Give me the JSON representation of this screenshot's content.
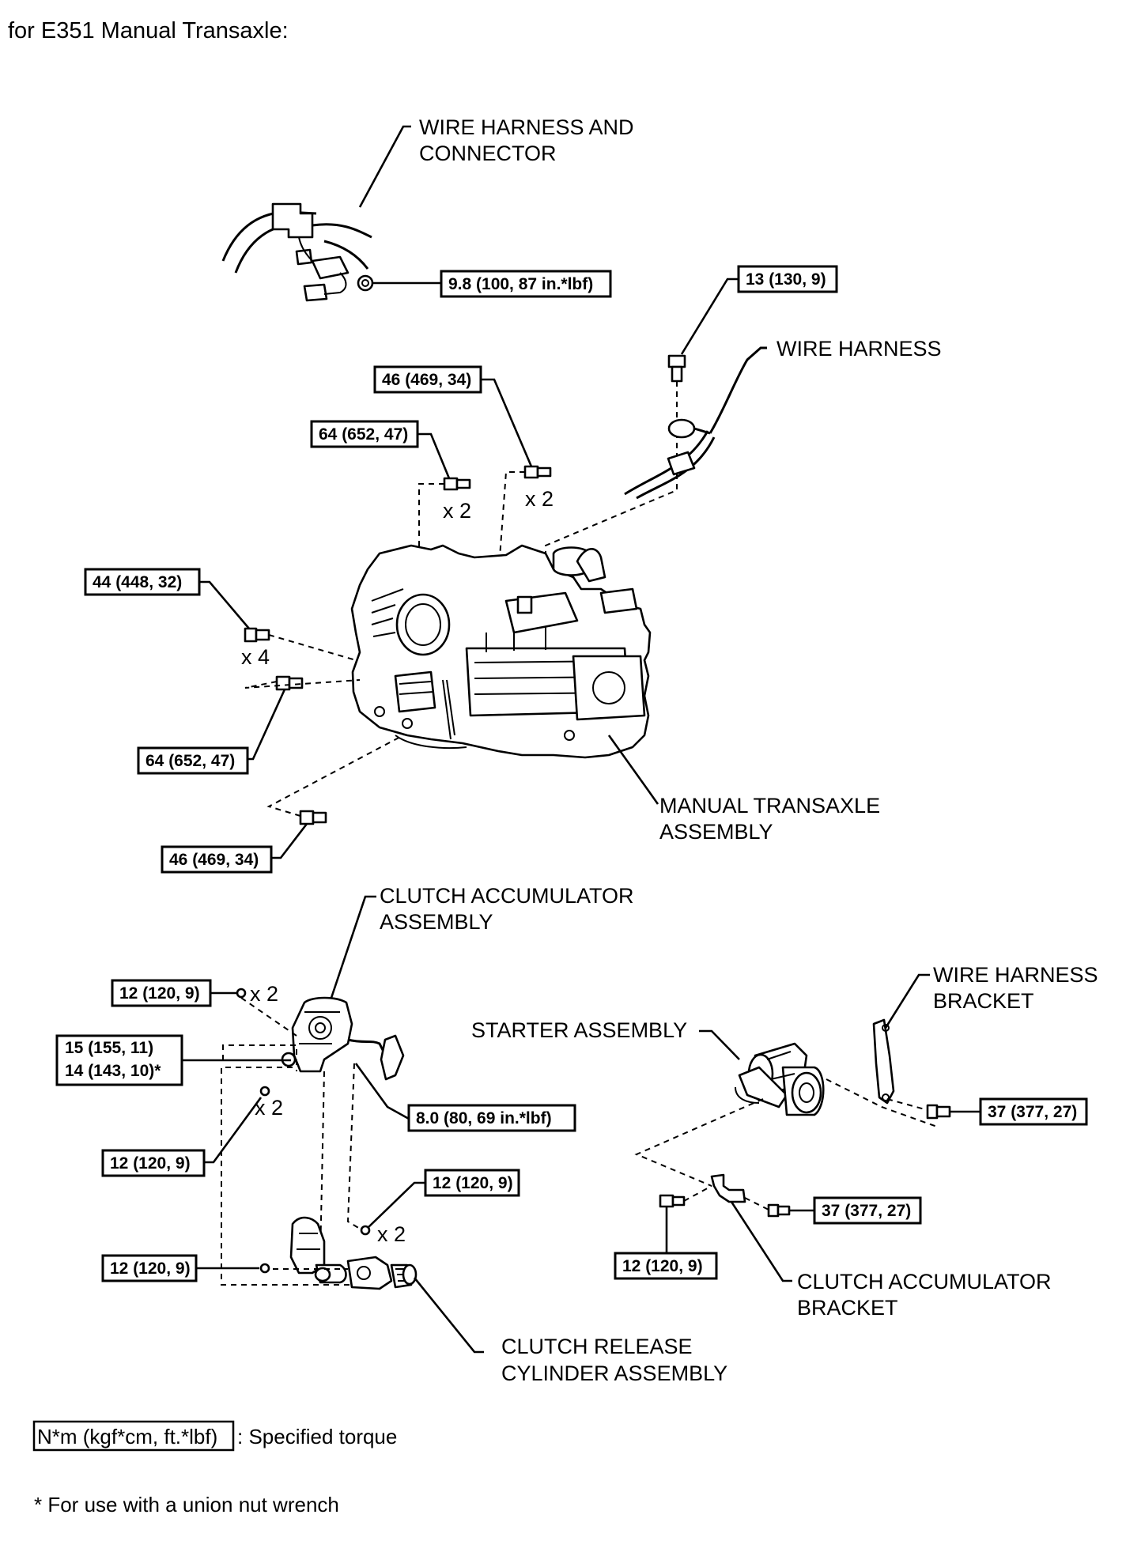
{
  "header": {
    "intro": "for E351 Manual Transaxle:"
  },
  "parts": {
    "wire_harness_connector": [
      "WIRE HARNESS AND",
      "CONNECTOR"
    ],
    "wire_harness": "WIRE HARNESS",
    "manual_transaxle": [
      "MANUAL TRANSAXLE",
      "ASSEMBLY"
    ],
    "clutch_accumulator": [
      "CLUTCH ACCUMULATOR",
      "ASSEMBLY"
    ],
    "wire_harness_bracket": [
      "WIRE HARNESS",
      "BRACKET"
    ],
    "starter": "STARTER ASSEMBLY",
    "clutch_accumulator_bracket": [
      "CLUTCH ACCUMULATOR",
      "BRACKET"
    ],
    "clutch_release_cylinder": [
      "CLUTCH RELEASE",
      "CYLINDER ASSEMBLY"
    ]
  },
  "torques": {
    "t1": "9.8 (100, 87 in.*lbf)",
    "t2": "13 (130, 9)",
    "t3": "46 (469, 34)",
    "t4": "64 (652, 47)",
    "t5": "44 (448, 32)",
    "t6": "64 (652, 47)",
    "t7": "46 (469, 34)",
    "t8": "12 (120, 9)",
    "t9a": "15 (155, 11)",
    "t9b": "14 (143, 10)*",
    "t10": "8.0 (80, 69 in.*lbf)",
    "t11": "12 (120, 9)",
    "t12": "12 (120, 9)",
    "t13": "12 (120, 9)",
    "t14": "37 (377, 27)",
    "t15": "37 (377, 27)",
    "t16": "12 (120, 9)"
  },
  "quantities": {
    "q1": "x 2",
    "q2": "x 2",
    "q3": "x 4",
    "q4": "x 2",
    "q5": "x 2",
    "q6": "x 2"
  },
  "legend": {
    "unit": "N*m (kgf*cm, ft.*lbf)",
    "desc": ": Specified torque",
    "footnote": "* For use with a union nut wrench"
  }
}
